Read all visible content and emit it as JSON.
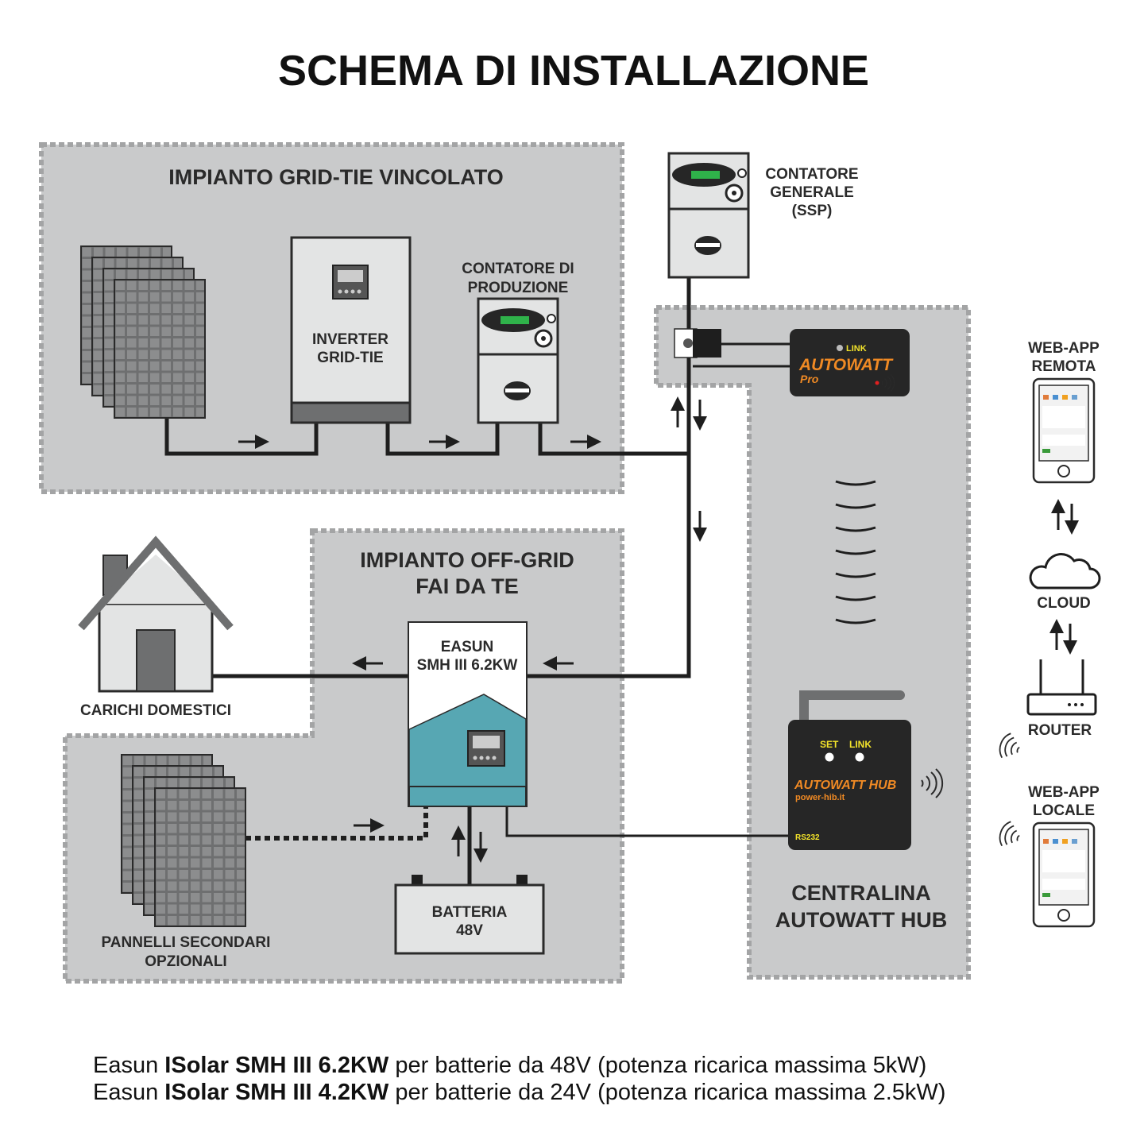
{
  "title": "SCHEMA DI INSTALLAZIONE",
  "colors": {
    "zone": "#c9cacb",
    "teal": "#57a7b3",
    "device_dark": "#262626",
    "brand_orange": "#f08a24",
    "led_yellow": "#f4e42a"
  },
  "zones": {
    "grid_tie": "IMPIANTO GRID-TIE VINCOLATO",
    "off_grid_1": "IMPIANTO OFF-GRID",
    "off_grid_2": "FAI DA TE",
    "hub_1": "CENTRALINA",
    "hub_2": "AUTOWATT HUB"
  },
  "labels": {
    "inverter_1": "INVERTER",
    "inverter_2": "GRID-TIE",
    "meter_prod_1": "CONTATORE DI",
    "meter_prod_2": "PRODUZIONE",
    "meter_main_1": "CONTATORE",
    "meter_main_2": "GENERALE",
    "meter_main_3": "(SSP)",
    "house": "CARICHI DOMESTICI",
    "easun_1": "EASUN",
    "easun_2": "SMH III 6.2KW",
    "battery_1": "BATTERIA",
    "battery_2": "48V",
    "secondary_1": "PANNELLI SECONDARI",
    "secondary_2": "OPZIONALI",
    "webapp_remote_1": "WEB-APP",
    "webapp_remote_2": "REMOTA",
    "cloud": "CLOUD",
    "router": "ROUTER",
    "webapp_local_1": "WEB-APP",
    "webapp_local_2": "LOCALE"
  },
  "autowatt_pro": {
    "led": "LINK",
    "brand": "AUTOWATT",
    "model": "Pro"
  },
  "autowatt_hub": {
    "set": "SET",
    "link": "LINK",
    "brand": "AUTOWATT HUB",
    "site": "power-hib.it",
    "port": "RS232"
  },
  "footer": [
    {
      "pre": "Easun ",
      "bold": "ISolar SMH III 6.2KW",
      "post": " per batterie da 48V (potenza ricarica massima 5kW)"
    },
    {
      "pre": "Easun ",
      "bold": "ISolar SMH III 4.2KW",
      "post": " per batterie da 24V (potenza ricarica massima 2.5kW)"
    }
  ]
}
